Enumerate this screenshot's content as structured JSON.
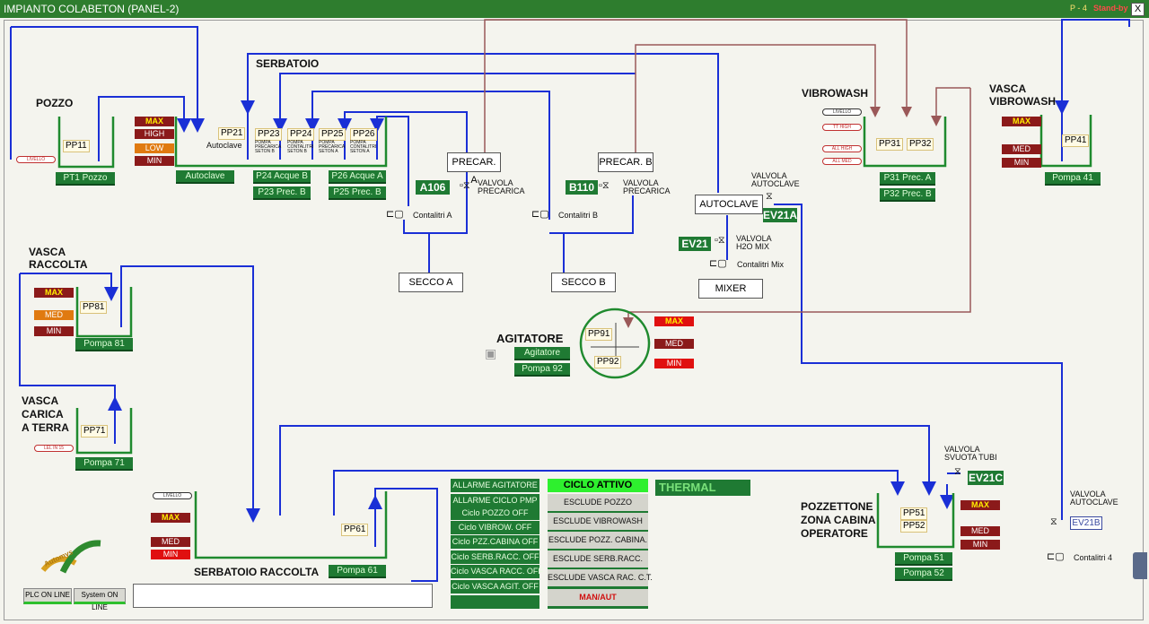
{
  "window": {
    "title": "IMPIANTO COLABETON (PANEL-2)",
    "page": "P - 4",
    "status_red": "Stand-by",
    "close": "X"
  },
  "areas": {
    "pozzo": "POZZO",
    "serbatoio": "SERBATOIO",
    "vibrowash": "VIBROWASH",
    "vasca_vibrowash": "VASCA\nVIBROWASH",
    "vasca_raccolta": "VASCA\nRACCOLTA",
    "vasca_carica": "VASCA\nCARICA\nA TERRA",
    "agitatore": "AGITATORE",
    "serbatoio_raccolta": "SERBATOIO RACCOLTA",
    "pozzettone": "POZZETTONE\nZONA CABINA\nOPERATORE"
  },
  "pumps": {
    "pp11": "PP11",
    "pp21": "PP21",
    "pp23": "PP23",
    "pp24": "PP24",
    "pp25": "PP25",
    "pp26": "PP26",
    "pp31": "PP31",
    "pp32": "PP32",
    "pp41": "PP41",
    "pp81": "PP81",
    "pp71": "PP71",
    "pp91": "PP91",
    "pp92": "PP92",
    "pp61": "PP61",
    "pp51": "PP51",
    "pp52": "PP52"
  },
  "status_boxes": {
    "p11": "PT1 Pozzo",
    "autoclave": "Autoclave",
    "p24": "P24 Acque B",
    "p23": "P23 Prec. B",
    "p26": "P26 Acque A",
    "p25": "P25 Prec. B",
    "p31": "P31 Prec. A",
    "p32": "P32 Prec. B",
    "p41": "Pompa 41",
    "p81": "Pompa 81",
    "p71": "Pompa 71",
    "agitatore": "Agitatore",
    "p92": "Pompa 92",
    "p61": "Pompa 61",
    "p51": "Pompa 51",
    "p52": "Pompa 52"
  },
  "levels": {
    "max": "MAX",
    "high": "HIGH",
    "low": "LOW",
    "min": "MIN",
    "med": "MED"
  },
  "small_labels": {
    "autoclave_lbl": "Autoclave",
    "pp23_sub": "POMPA\nPRECARICA\nSETON B",
    "pp24_sub": "POMPA\nCONTALITRI\nSETON B",
    "pp25_sub": "POMPA\nPRECARICA\nSETON A",
    "pp26_sub": "POMPA\nCONTALITRI\nSETON A",
    "valv_precarica": "VALVOLA\nPRECARICA",
    "valv_autoclave": "VALVOLA\nAUTOCLAVE",
    "valv_h2o": "VALVOLA\nH2O MIX",
    "valv_svuota": "VALVOLA\nSVUOTA TUBI",
    "valv_autoclave2": "VALVOLA\nAUTOCLAVE",
    "contalitri_a": "Contalitri A",
    "contalitri_b": "Contalitri B",
    "contalitri_mix": "Contalitri Mix",
    "contalitri_4": "Contalitri 4"
  },
  "boxes": {
    "precar_a": "PRECAR. A",
    "precar_b": "PRECAR. B",
    "autoclave": "AUTOCLAVE",
    "secco_a": "SECCO A",
    "secco_b": "SECCO B",
    "mixer": "MIXER"
  },
  "codes": {
    "a106": "A106",
    "b110": "B110",
    "ev21a": "EV21A",
    "ev21": "EV21",
    "ev21c": "EV21C",
    "ev21b": "EV21B"
  },
  "pills": {
    "pozzo": "LIVELLO",
    "vib1": "LIVELLO",
    "vib2": "TT HIGH",
    "vib3": "ALL HIGH",
    "vib4": "ALL MED",
    "carica": "LEL IN 15",
    "raccolta": "LIVELLO"
  },
  "alarms": [
    "ALLARME AGITATORE",
    "ALLARME CICLO PMP",
    "Ciclo POZZO OFF",
    "Ciclo VIBROW. OFF",
    "Ciclo PZZ.CABINA OFF",
    "Ciclo SERB.RACC. OFF",
    "Ciclo VASCA RACC. OFF",
    "Ciclo VASCA AGIT. OFF"
  ],
  "controls": {
    "ciclo_attivo": "CICLO ATTIVO",
    "thermal": "THERMAL",
    "buttons": [
      "ESCLUDE POZZO",
      "ESCLUDE VIBROWASH",
      "ESCLUDE POZZ. CABINA.",
      "ESCLUDE SERB.RACC.",
      "ESCLUDE VASCA RAC. C.T."
    ],
    "manaut": "MAN/AUT"
  },
  "footer": {
    "plc": "PLC ON LINE",
    "system": "System ON LINE",
    "logo": "Automys"
  },
  "colors": {
    "pipe_blue": "#1a2fd6",
    "pipe_brown": "#9a5858",
    "tank_green": "#1f8a2e",
    "dark_green": "#1f7a33",
    "alarm_red": "#8b1a1a"
  }
}
